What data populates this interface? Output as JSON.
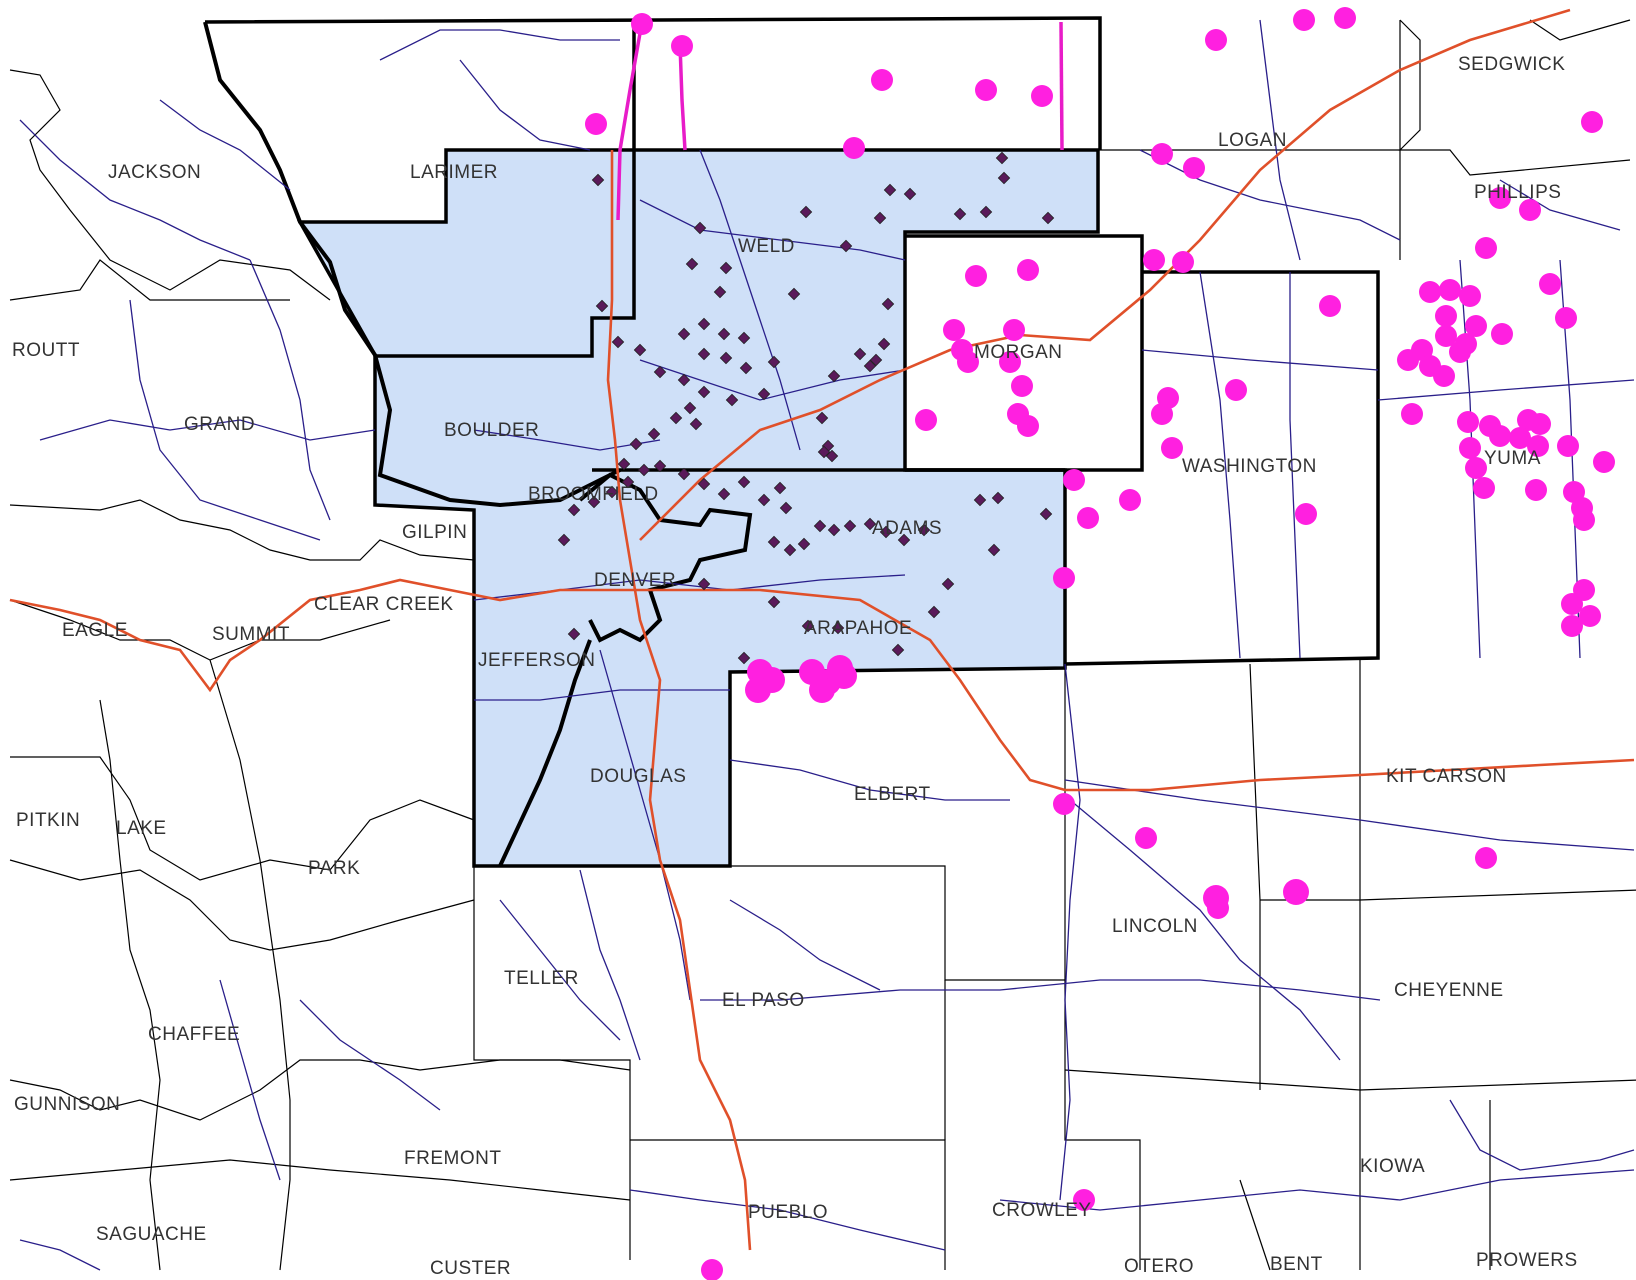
{
  "map": {
    "county_labels": [
      "JACKSON",
      "LARIMER",
      "WELD",
      "LOGAN",
      "SEDGWICK",
      "PHILLIPS",
      "ROUTT",
      "GRAND",
      "BOULDER",
      "MORGAN",
      "WASHINGTON",
      "YUMA",
      "BROOMFIELD",
      "GILPIN",
      "ADAMS",
      "CLEAR CREEK",
      "EAGLE",
      "SUMMIT",
      "DENVER",
      "ARAPAHOE",
      "JEFFERSON",
      "DOUGLAS",
      "ELBERT",
      "KIT CARSON",
      "PITKIN",
      "LAKE",
      "PARK",
      "LINCOLN",
      "TELLER",
      "EL PASO",
      "CHEYENNE",
      "CHAFFEE",
      "GUNNISON",
      "FREMONT",
      "KIOWA",
      "PUEBLO",
      "CROWLEY",
      "SAGUACHE",
      "CUSTER",
      "OTERO",
      "BENT",
      "PROWERS"
    ],
    "colors": {
      "region_fill": "#cfe0f8",
      "magenta_site": "#ff20e0",
      "purple_site": "#5a1a5a",
      "interstate": "#e0502a",
      "road": "#2a1f8a",
      "pipeline": "#e81cc8"
    }
  }
}
